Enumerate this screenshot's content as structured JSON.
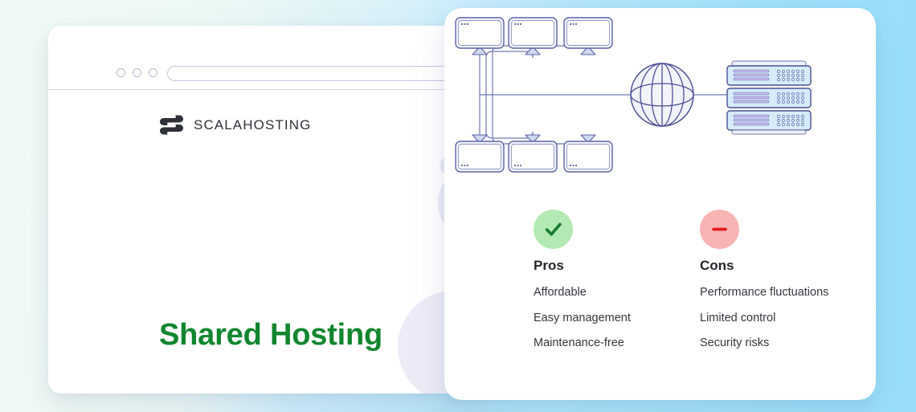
{
  "background": {
    "gradient_from": "#eef8f2",
    "gradient_to": "#aee3fa"
  },
  "browser": {
    "traffic_lights": [
      "close-dot",
      "minimize-dot",
      "maximize-dot"
    ],
    "address_bar_value": "",
    "address_bar_placeholder": "",
    "brand": {
      "logo_icon": "scalahosting-s-logo",
      "name": "SCALAHOSTING"
    },
    "headline": "Shared Hosting",
    "headline_color": "#12862f"
  },
  "card": {
    "diagram": {
      "type": "network-topology",
      "title": "",
      "accent_color": "#5b63a8",
      "node_fill": "#f3f4fb",
      "nodes": [
        {
          "name": "client-monitor-top-1",
          "icon": "monitor-icon",
          "orientation": "up"
        },
        {
          "name": "client-monitor-top-2",
          "icon": "monitor-icon",
          "orientation": "up"
        },
        {
          "name": "client-monitor-top-3",
          "icon": "monitor-icon",
          "orientation": "up"
        },
        {
          "name": "client-monitor-bottom-1",
          "icon": "monitor-icon",
          "orientation": "down"
        },
        {
          "name": "client-monitor-bottom-2",
          "icon": "monitor-icon",
          "orientation": "down"
        },
        {
          "name": "client-monitor-bottom-3",
          "icon": "monitor-icon",
          "orientation": "down"
        },
        {
          "name": "internet-globe",
          "icon": "globe-icon"
        },
        {
          "name": "server-rack",
          "icon": "server-rack-icon",
          "units": 3
        }
      ]
    },
    "pros": {
      "badge_icon": "check-icon",
      "badge_color": "#b3eab3",
      "icon_color": "#177a2f",
      "title": "Pros",
      "items": [
        "Affordable",
        "Easy management",
        "Maintenance-free"
      ]
    },
    "cons": {
      "badge_icon": "minus-icon",
      "badge_color": "#f8b4b4",
      "icon_color": "#e01b1b",
      "title": "Cons",
      "items": [
        "Performance fluctuations",
        "Limited control",
        "Security risks"
      ]
    }
  }
}
